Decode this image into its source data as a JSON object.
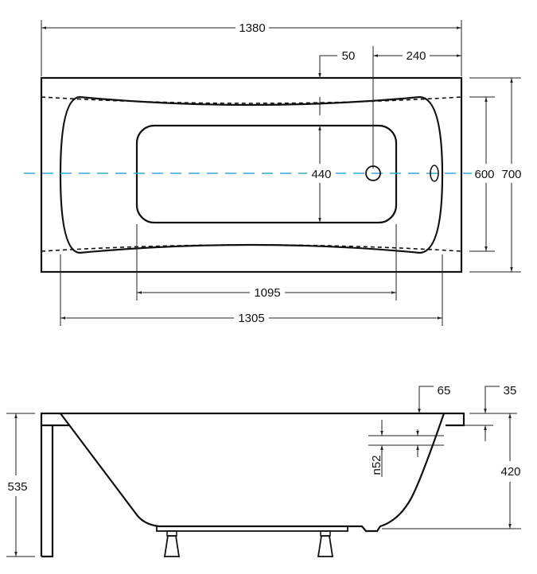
{
  "top_view": {
    "overall_length": "1380",
    "drain_offset": "50",
    "drain_from_end": "240",
    "inner_width": "440",
    "bowl_width": "600",
    "overall_width": "700",
    "inner_length": "1095",
    "bowl_length": "1305"
  },
  "side_view": {
    "overall_height": "535",
    "rim_overhang": "65",
    "rim_thickness": "35",
    "overflow_diameter": "n52",
    "bowl_depth": "420"
  },
  "colors": {
    "axis": "#3aa6d6",
    "outline": "#111111"
  }
}
